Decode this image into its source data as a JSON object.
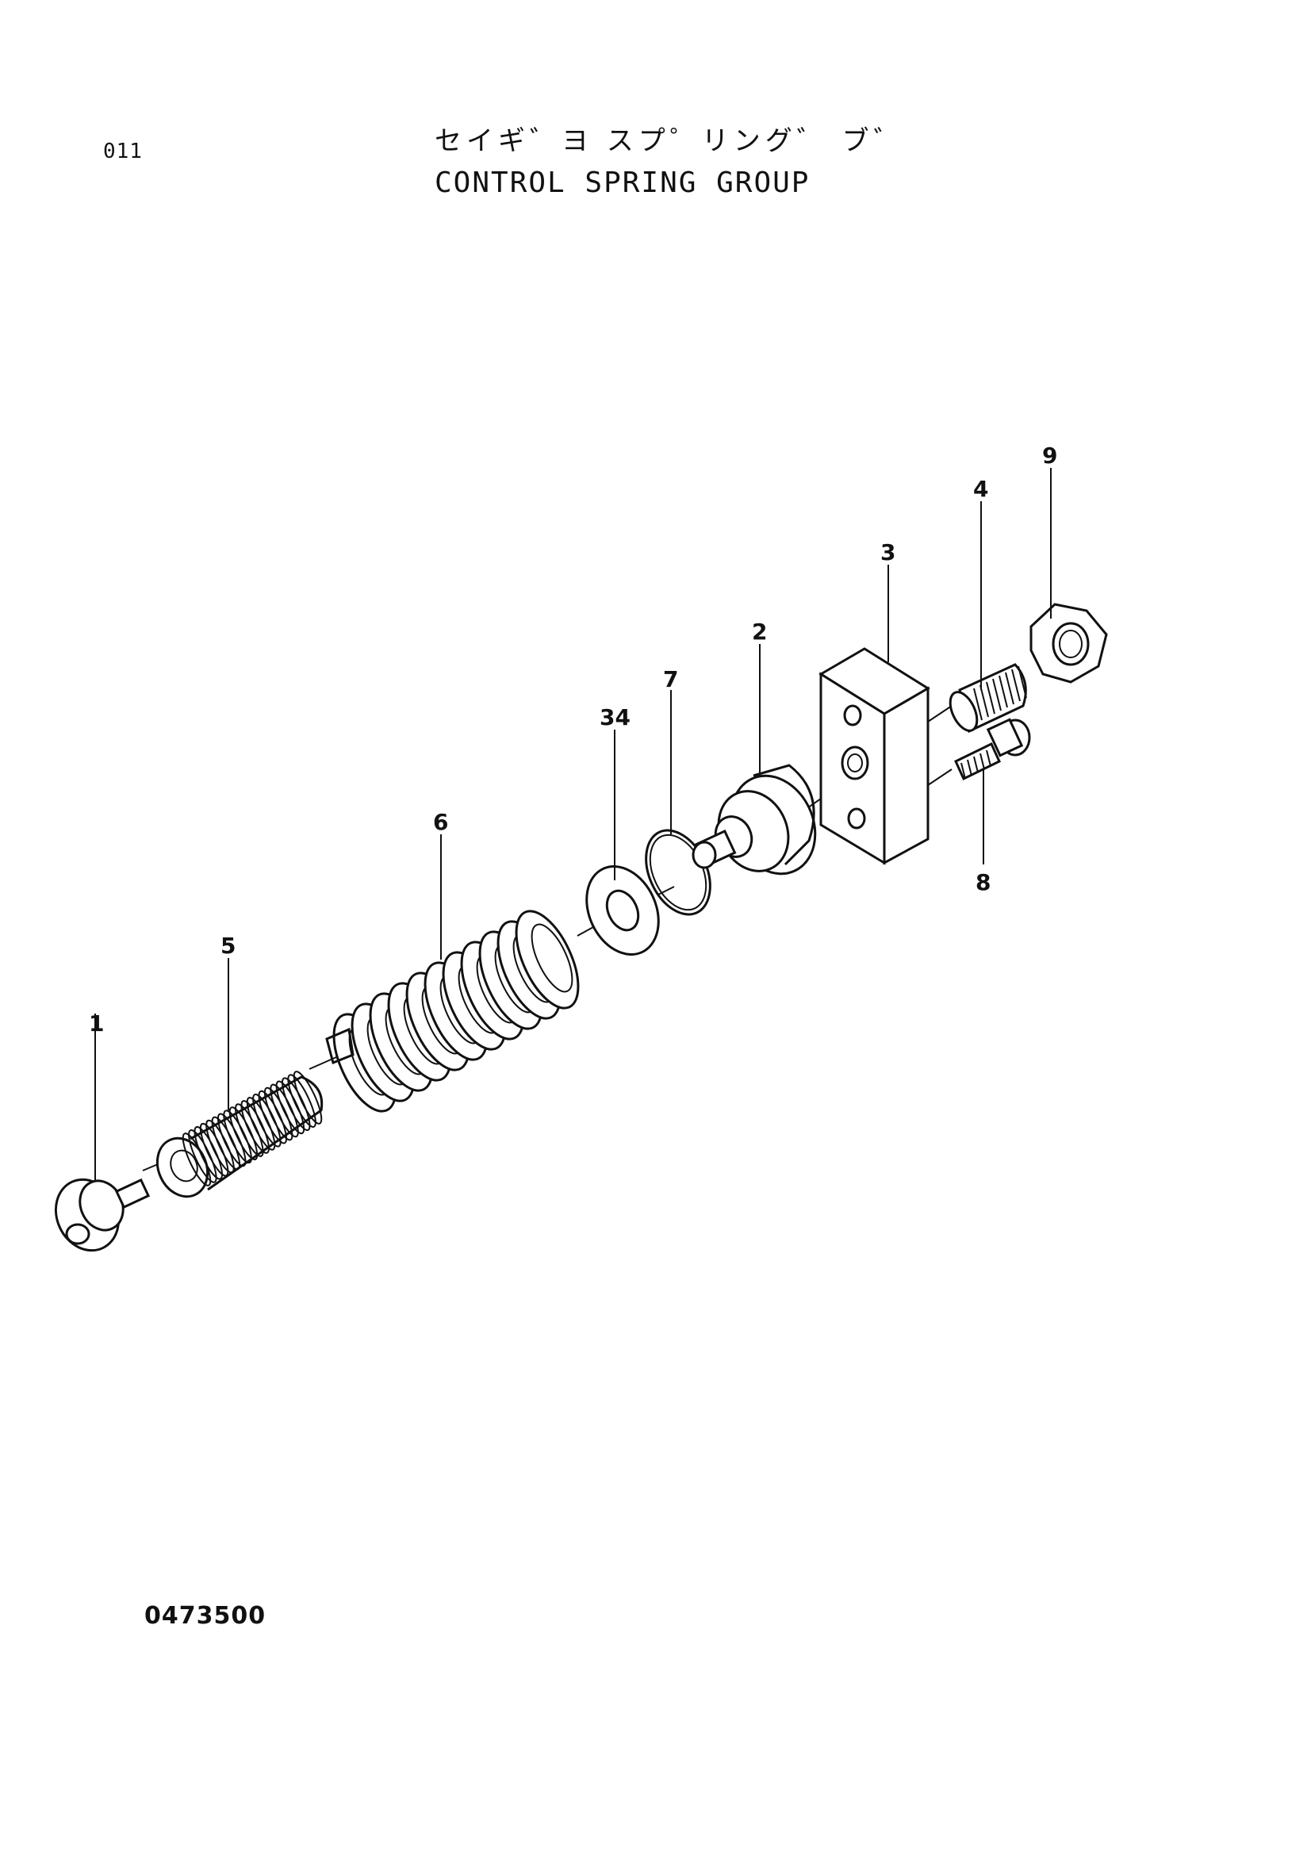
{
  "page_number": "011",
  "title_jp": "セイギ゛ヨ スプ゜リング゛ ブ゛",
  "title_en": "CONTROL SPRING GROUP",
  "drawing_number": "0473500",
  "callouts": [
    {
      "id": "c1",
      "label": "1"
    },
    {
      "id": "c5",
      "label": "5"
    },
    {
      "id": "c6",
      "label": "6"
    },
    {
      "id": "c34",
      "label": "34"
    },
    {
      "id": "c7",
      "label": "7"
    },
    {
      "id": "c2",
      "label": "2"
    },
    {
      "id": "c3",
      "label": "3"
    },
    {
      "id": "c4",
      "label": "4"
    },
    {
      "id": "c9",
      "label": "9"
    },
    {
      "id": "c8",
      "label": "8"
    }
  ]
}
